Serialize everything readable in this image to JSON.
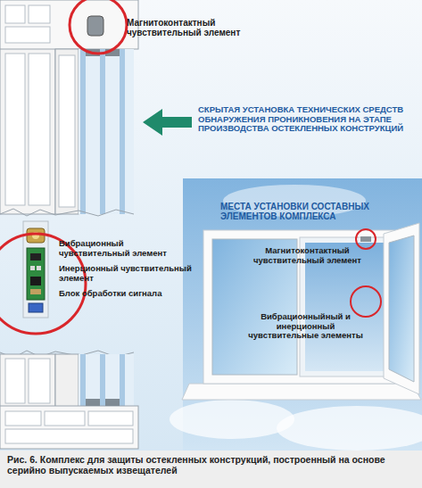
{
  "diagram": {
    "caption": "Рис. 6. Комплекс для защиты остекленных конструкций, построенный на основе серийно выпускаемых извещателей",
    "labels": [
      "Магнитоконтактный чувствительный элемент",
      "СКРЫТАЯ УСТАНОВКА ТЕХНИЧЕСКИХ СРЕДСТВ ОБНАРУЖЕНИЯ ПРОНИКНОВЕНИЯ НА ЭТАПЕ ПРОИЗВОДСТВА ОСТЕКЛЕННЫХ КОНСТРУКЦИЙ",
      "МЕСТА УСТАНОВКИ СОСТАВНЫХ ЭЛЕМЕНТОВ КОМПЛЕКСА",
      "Магнитоконтактный чувствительный элемент",
      "Вибрационный чувствительный элемент",
      "Инерционный чувствительный элемент",
      "Блок обработки сигнала",
      "Вибрационныйный и инерционный чувствительные элементы"
    ]
  }
}
